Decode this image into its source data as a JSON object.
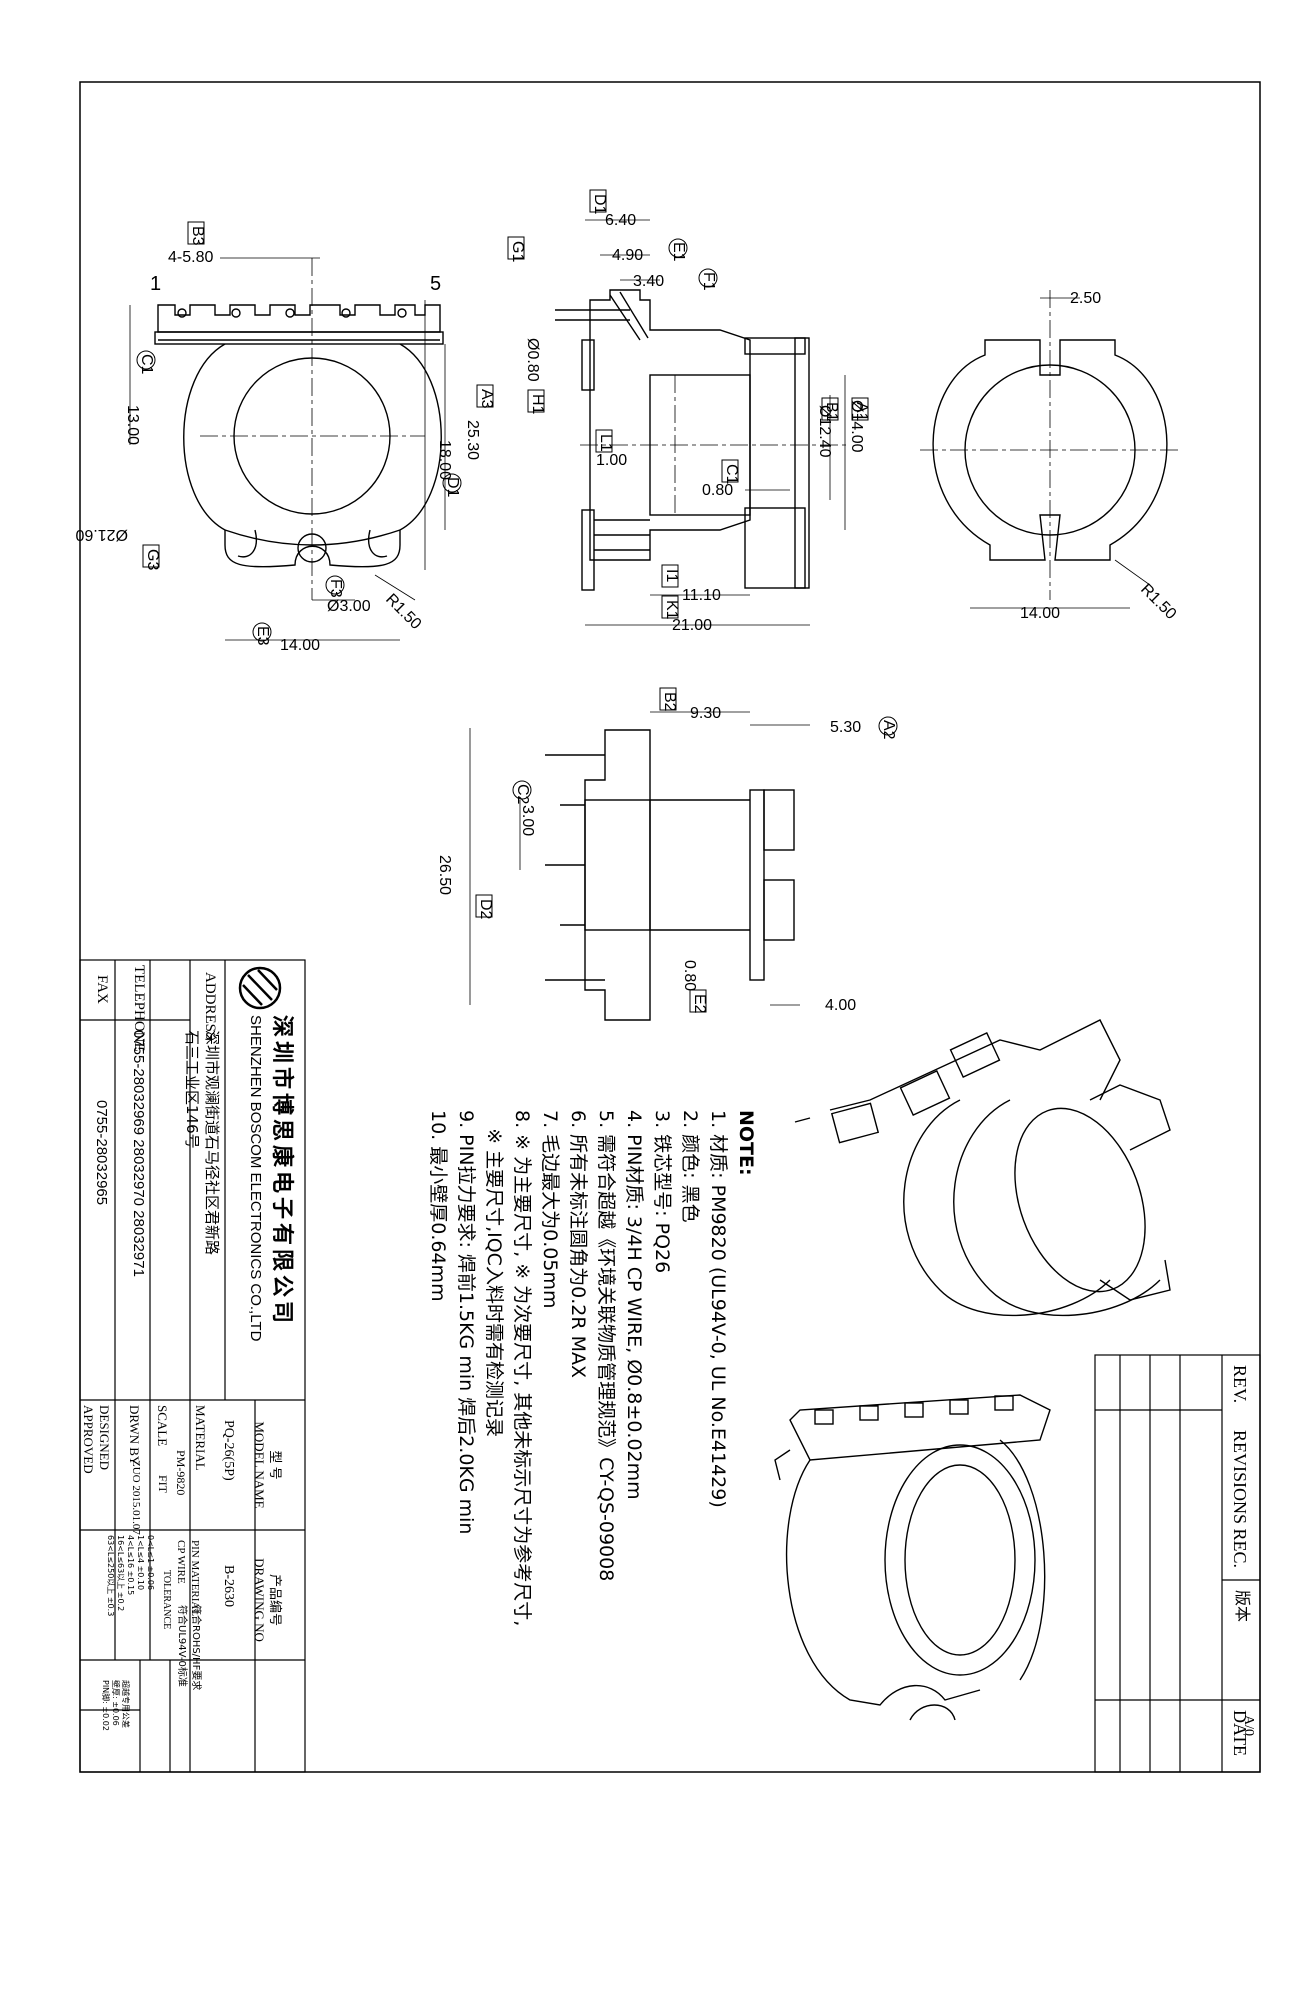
{
  "drawing": {
    "front_view": {
      "pin_pitch": "4-5.80",
      "pin_first": "1",
      "pin_last": "5",
      "height": "13.00",
      "overall": "25.30",
      "inner": "18.00",
      "diameter": "Ø21.60",
      "hole": "Ø3.00",
      "radius": "R1.50",
      "width": "14.00",
      "tags": {
        "b3": "B3",
        "c1": "C1",
        "a3": "A3",
        "d1": "D1",
        "g3": "G3",
        "f3": "F3",
        "e3": "E3"
      }
    },
    "side_view": {
      "d1_dim": "6.40",
      "e1_dim": "4.90",
      "f1_dim": "3.40",
      "pin_dia": "Ø0.80",
      "flange": "1.00",
      "dia_outer": "Ø14.00",
      "dia_inner": "Ø12.40",
      "wall": "0.80",
      "inner_len": "11.10",
      "total_len": "21.00",
      "tags": {
        "d1": "D1",
        "g1": "G1",
        "e1": "E1",
        "f1": "F1",
        "h1": "H1",
        "l1": "L1",
        "b1": "B1",
        "a1": "A1",
        "c1": "C1",
        "i1": "I1",
        "k1": "K1"
      }
    },
    "right_view": {
      "slot": "2.50",
      "width": "14.00",
      "radius": "R1.50"
    },
    "bottom_view": {
      "b2_dim": "9.30",
      "a2_dim": "5.30",
      "c2_dim": "3.00",
      "height": "26.50",
      "e2_dim": "0.80",
      "base": "4.00",
      "tags": {
        "b2": "B2",
        "a2": "A2",
        "c2": "C2",
        "d2": "D2",
        "e2": "E2"
      }
    }
  },
  "notes": {
    "heading": "NOTE:",
    "items": [
      "1. 材质: PM9820 (UL94V-0, UL No.E41429)",
      "2. 颜色: 黑色",
      "3. 铁芯型号: PQ26",
      "4. PIN材质: 3/4H CP WIRE, Ø0.8±0.02mm",
      "5. 需符合超越《环境关联物质管理规范》CY-QS-09008",
      "6. 所有未标注圆角为0.2R MAX",
      "7. 毛边最大为0.05mm",
      "8. ※ 为主要尺寸, ※ 为次要尺寸, 其他未标示尺寸为参考尺寸,",
      "   ※ 主要尺寸,IQC入料时需有检测记录",
      "9. PIN拉力要求: 焊前1.5KG min 焊后2.0KG min",
      "10. 最小壁厚0.64mm"
    ]
  },
  "title_block": {
    "company_cn": "深圳市博思康电子有限公司",
    "company_en": "SHENZHEN BOSCOM ELECTRONICS CO.,LTD",
    "address_label": "ADDRESS",
    "address_line1": "深圳市观澜街道石马径社区君新路",
    "address_line2": "石三工业区146号",
    "telephone_label": "TELEPHONE",
    "telephone": "0755-28032969 28032970 28032971",
    "fax_label": "FAX",
    "fax": "0755-28032965",
    "model_label_cn": "型 号",
    "model_label": "MODEL NAME",
    "model": "PQ-26(5P)",
    "drawing_label_cn": "产品编号",
    "drawing_label": "DRAWING NO",
    "drawing_no": "B-2630",
    "material_label": "MATERIAL",
    "material": "PM-9820",
    "scale_label": "SCALE",
    "scale": "FIT",
    "drawn_label": "DRWN BY",
    "drawn": "ZUO 2015.01.07",
    "designed_label": "DESIGNED",
    "approved_label": "APPROVED",
    "pin_material_label": "PIN MATERIAL:",
    "pin_material": "CP WIRE",
    "compliance1": "符合ROHS/HF要求",
    "compliance2": "符合UL94V-0标准",
    "tolerance_label": "TOLERANCE",
    "tolerances": [
      "0<L≤1  ±0.06",
      "1<L≤4  ±0.10",
      "4<L≤16  ±0.15",
      "16<L≤63以上  ±0.2",
      "63<L≤250以上  ±0.3"
    ],
    "special_tol": [
      "超越专用公差",
      "壁厚: ±0.06",
      "PIN脚: ±0.02"
    ]
  },
  "revision_block": {
    "rev_label": "REV.",
    "revisions_label": "REVISIONS REC.",
    "date_label": "DATE",
    "version_label": "版本",
    "version": "A/0"
  }
}
